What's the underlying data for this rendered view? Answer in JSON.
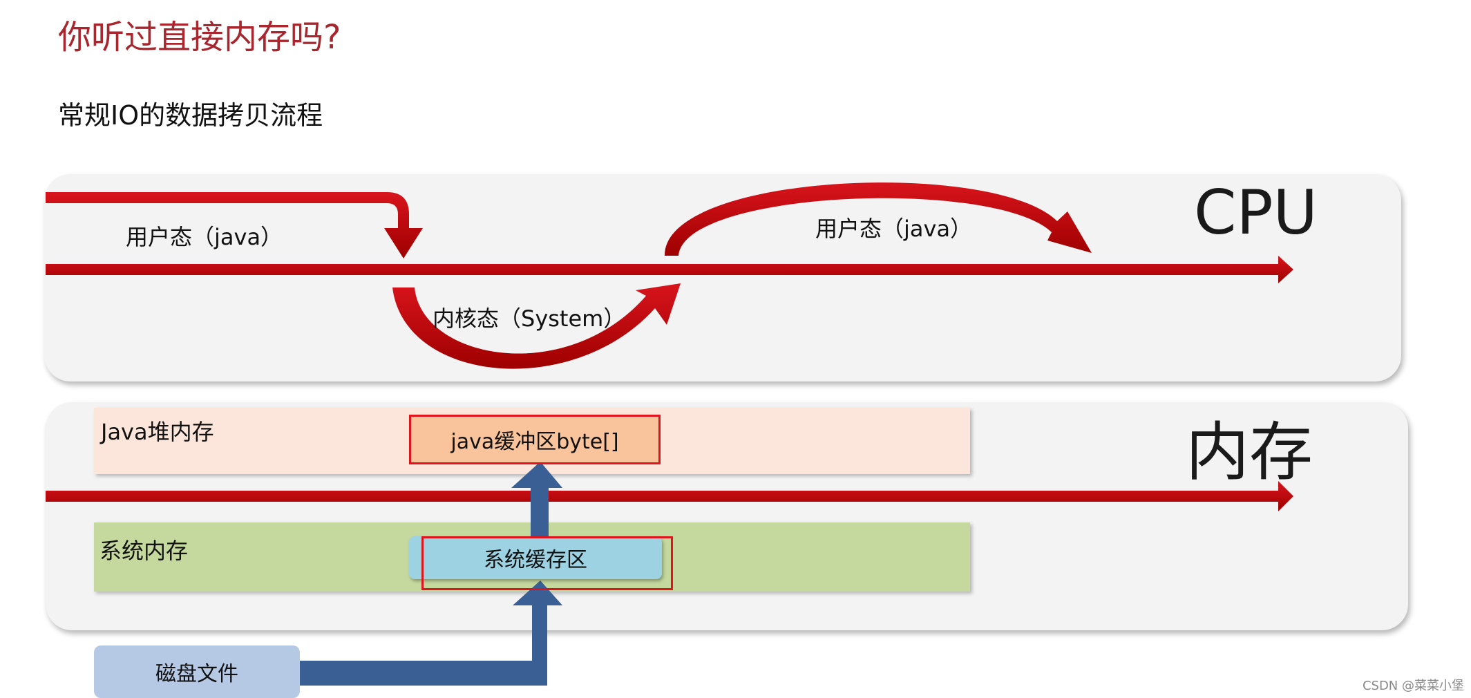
{
  "title": "你听过直接内存吗?",
  "subtitle": "常规IO的数据拷贝流程",
  "cpu": {
    "label": "CPU",
    "user_mode_1": "用户态（java）",
    "kernel_mode": "内核态（System）",
    "user_mode_2": "用户态（java）"
  },
  "memory": {
    "label": "内存",
    "java_heap": "Java堆内存",
    "java_buffer": "java缓冲区byte[]",
    "system_memory": "系统内存",
    "system_buffer": "系统缓存区"
  },
  "disk": "磁盘文件",
  "watermark": "CSDN @菜菜小堡",
  "colors": {
    "title": "#a8262e",
    "red_arrow": "#c00000",
    "blue_arrow": "#3a5f95",
    "java_heap": "#fce6db",
    "java_buffer": "#f9c39c",
    "system_memory": "#c5d99e",
    "system_buffer": "#9dd2e2",
    "disk": "#b5c8e4"
  }
}
